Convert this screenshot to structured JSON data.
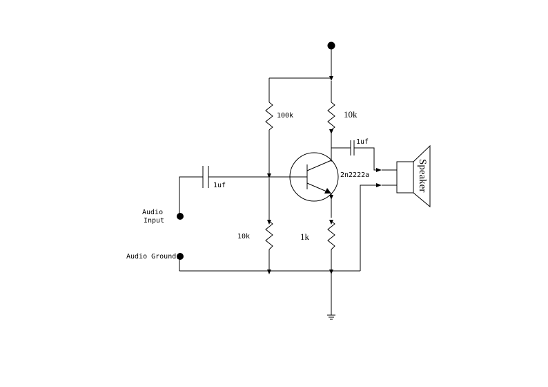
{
  "labels": {
    "r1": "100k",
    "r2": "10k",
    "r3": "10k",
    "r4": "1k",
    "c_in": "1uf",
    "c_out": "1uf",
    "transistor": "2n2222a",
    "audio_input_line1": "Audio",
    "audio_input_line2": "Input",
    "audio_ground": "Audio Ground",
    "speaker": "Speaker"
  }
}
